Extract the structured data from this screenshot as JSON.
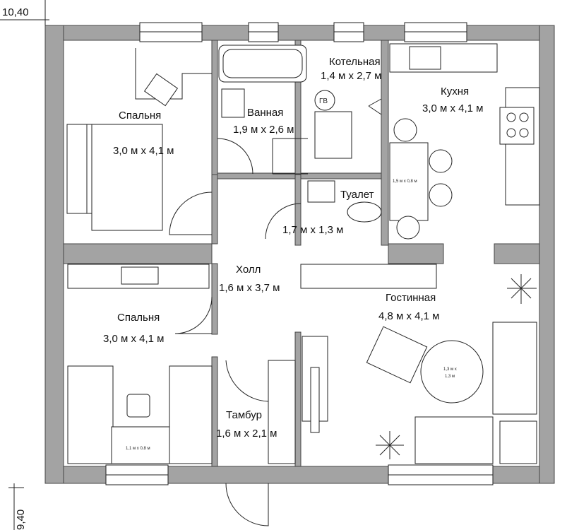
{
  "dimensions": {
    "width_label": "10,40",
    "height_label": "9,40"
  },
  "rooms": [
    {
      "id": "bedroom_top",
      "name": "Спальня",
      "size": "3,0 м x 4,1 м"
    },
    {
      "id": "bathroom",
      "name": "Ванная",
      "size": "1,9 м x 2,6 м"
    },
    {
      "id": "boiler",
      "name": "Котельная",
      "size": "1,4 м x 2,7 м"
    },
    {
      "id": "kitchen",
      "name": "Кухня",
      "size": "3,0 м x 4,1 м"
    },
    {
      "id": "toilet",
      "name": "Туалет",
      "size": "1,7 м x 1,3 м"
    },
    {
      "id": "hall",
      "name": "Холл",
      "size": "1,6 м x 3,7 м"
    },
    {
      "id": "living",
      "name": "Гостинная",
      "size": "4,8 м x 4,1 м"
    },
    {
      "id": "bedroom_bottom",
      "name": "Спальня",
      "size": "3,0 м x 4,1 м"
    },
    {
      "id": "vestibule",
      "name": "Тамбур",
      "size": "1,6 м x 2,1 м"
    }
  ],
  "annotations": {
    "boiler_symbol": "ГВ",
    "kitchen_table": "1,5 м x 0,8 м",
    "round_table": [
      "1,3 м x",
      "1,3 м"
    ],
    "bedroom_table": "1,1 м x 0,8 м"
  },
  "colors": {
    "walls": "#a3a3a3",
    "lines": "#222222",
    "background": "#ffffff"
  },
  "icons": [
    "bathtub-icon",
    "sink-icon",
    "toilet-icon",
    "stove-icon",
    "bed-icon",
    "armchair-icon",
    "sofa-icon",
    "plant-icon",
    "tv-icon",
    "door-swing-icon",
    "boiler-icon"
  ]
}
